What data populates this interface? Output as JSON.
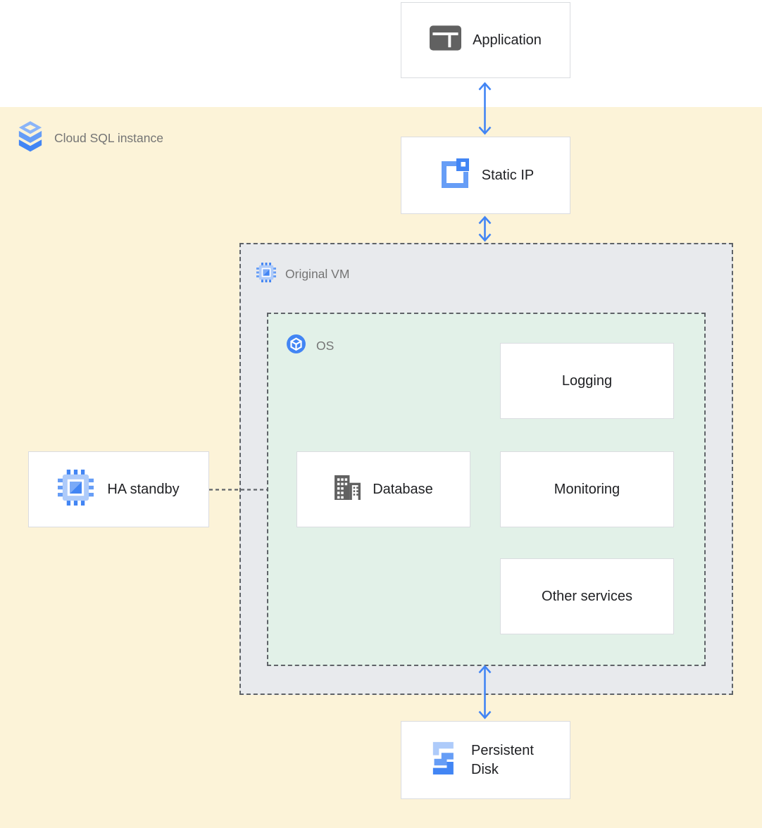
{
  "labels": {
    "cloud_sql_instance": "Cloud SQL instance"
  },
  "nodes": {
    "application": {
      "label": "Application"
    },
    "static_ip": {
      "label": "Static IP"
    },
    "original_vm": {
      "label": "Original VM"
    },
    "os": {
      "label": "OS"
    },
    "logging": {
      "label": "Logging"
    },
    "database": {
      "label": "Database"
    },
    "monitoring": {
      "label": "Monitoring"
    },
    "other_services": {
      "label": "Other services"
    },
    "ha_standby": {
      "label": "HA standby"
    },
    "persistent_disk": {
      "label": "Persistent Disk"
    }
  },
  "connections": [
    {
      "from": "application",
      "to": "static_ip",
      "type": "bidirectional-arrow"
    },
    {
      "from": "static_ip",
      "to": "original_vm",
      "type": "bidirectional-arrow"
    },
    {
      "from": "os",
      "to": "persistent_disk",
      "type": "bidirectional-arrow"
    },
    {
      "from": "ha_standby",
      "to": "os",
      "type": "dashed-line"
    }
  ],
  "icons": {
    "cloud_sql": "cloud-sql-stack-icon",
    "application": "application-window-icon",
    "static_ip": "external-static-ip-icon",
    "compute_engine": "compute-engine-chip-icon",
    "os": "os-cube-circle-icon",
    "database": "database-building-icon",
    "persistent_disk": "persistent-disk-steps-icon"
  },
  "colors": {
    "canvas_yellow": "#FCF3D8",
    "vm_container_gray": "#E8EAED",
    "os_container_green": "#E2F1E8",
    "arrow_blue": "#4285F4",
    "box_border_gray": "#DADCE0",
    "dashed_border_gray": "#5F6368",
    "region_label_gray": "#757575",
    "node_text_dark": "#202124",
    "gray_icon": "#616161",
    "blue_light": "#AECBFA",
    "blue_medium": "#669DF6"
  }
}
